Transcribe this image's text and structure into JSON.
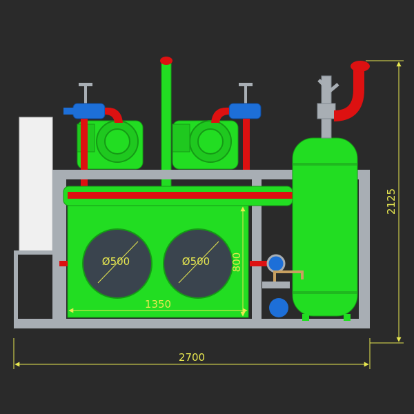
{
  "dimensions": {
    "overall_width": "2700",
    "overall_height": "2125",
    "condenser_width": "1350",
    "condenser_height": "800",
    "fan_1_diameter": "Ø500",
    "fan_2_diameter": "Ø500"
  },
  "colors": {
    "background": "#2a2a2a",
    "frame": "#a8aeb4",
    "equipment_green": "#22dd22",
    "pipe_red": "#dd1111",
    "valve_blue": "#1d6fd8",
    "panel_white": "#f0f0f0",
    "fan_disc": "#3a444e",
    "dimension_line": "#e8e850"
  }
}
